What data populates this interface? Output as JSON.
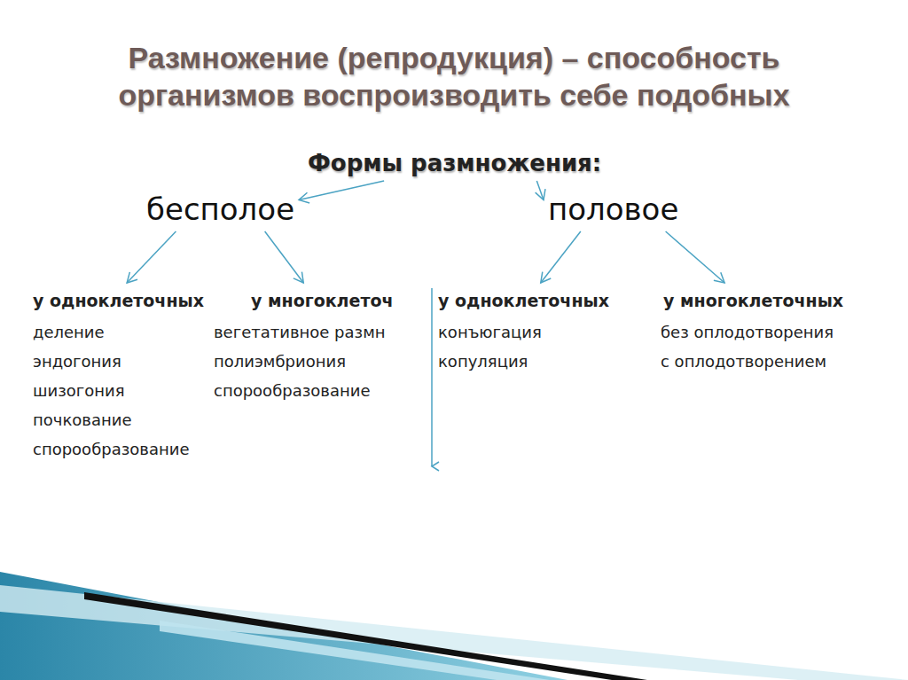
{
  "diagram": {
    "title": "Размножение (репродукция) – способность организмов воспроизводить себе подобных",
    "nodes": [
      {
        "text": [
          "Формы размножения:"
        ]
      },
      {
        "text": [
          "бесполое"
        ]
      },
      {
        "text": [
          "половое"
        ]
      },
      {
        "text": [
          "у одноклеточных",
          "деление",
          "эндогония",
          "шизогония",
          "почкование",
          "спорообразование"
        ]
      },
      {
        "text": [
          "у многоклеточ",
          "вегетативное размн",
          "полиэмбриония",
          "спорообразование"
        ]
      },
      {
        "text": [
          "у одноклеточных",
          "конъюгация",
          "копуляция"
        ]
      },
      {
        "text": [
          "у многоклеточных",
          "без оплодотворения",
          "с оплодотворением"
        ]
      }
    ],
    "edges": [
      {
        "from": 0,
        "to": 1,
        "arrow": "to"
      },
      {
        "from": 0,
        "to": 2,
        "arrow": "to"
      },
      {
        "from": 1,
        "to": 3,
        "arrow": "to"
      },
      {
        "from": 1,
        "to": 4,
        "arrow": "to"
      },
      {
        "from": 2,
        "to": 5,
        "arrow": "to"
      },
      {
        "from": 2,
        "to": 6,
        "arrow": "to"
      }
    ]
  }
}
